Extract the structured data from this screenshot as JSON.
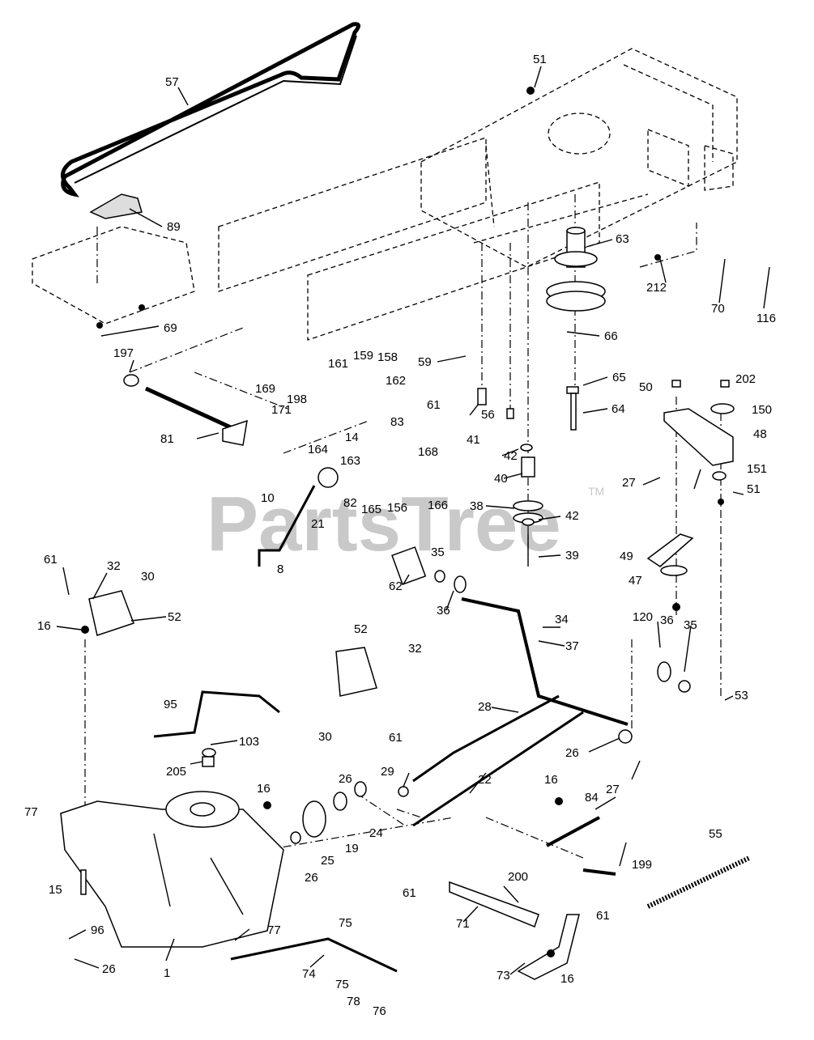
{
  "watermark": {
    "text": "PartsTree",
    "trademark": "TM"
  },
  "callouts": [
    {
      "id": "57",
      "label": "57"
    },
    {
      "id": "89",
      "label": "89"
    },
    {
      "id": "51a",
      "label": "51"
    },
    {
      "id": "63",
      "label": "63"
    },
    {
      "id": "212",
      "label": "212"
    },
    {
      "id": "70",
      "label": "70"
    },
    {
      "id": "116",
      "label": "116"
    },
    {
      "id": "69",
      "label": "69"
    },
    {
      "id": "66",
      "label": "66"
    },
    {
      "id": "197",
      "label": "197"
    },
    {
      "id": "161",
      "label": "161"
    },
    {
      "id": "159",
      "label": "159"
    },
    {
      "id": "158",
      "label": "158"
    },
    {
      "id": "59",
      "label": "59"
    },
    {
      "id": "65",
      "label": "65"
    },
    {
      "id": "50",
      "label": "50"
    },
    {
      "id": "202",
      "label": "202"
    },
    {
      "id": "169",
      "label": "169"
    },
    {
      "id": "162",
      "label": "162"
    },
    {
      "id": "198",
      "label": "198"
    },
    {
      "id": "61a",
      "label": "61"
    },
    {
      "id": "150",
      "label": "150"
    },
    {
      "id": "64",
      "label": "64"
    },
    {
      "id": "171",
      "label": "171"
    },
    {
      "id": "56",
      "label": "56"
    },
    {
      "id": "83",
      "label": "83"
    },
    {
      "id": "81",
      "label": "81"
    },
    {
      "id": "164",
      "label": "164"
    },
    {
      "id": "14",
      "label": "14"
    },
    {
      "id": "48",
      "label": "48"
    },
    {
      "id": "41",
      "label": "41"
    },
    {
      "id": "42a",
      "label": "42"
    },
    {
      "id": "168",
      "label": "168"
    },
    {
      "id": "163",
      "label": "163"
    },
    {
      "id": "40",
      "label": "40"
    },
    {
      "id": "151",
      "label": "151"
    },
    {
      "id": "27a",
      "label": "27"
    },
    {
      "id": "51b",
      "label": "51"
    },
    {
      "id": "10",
      "label": "10"
    },
    {
      "id": "82",
      "label": "82"
    },
    {
      "id": "166",
      "label": "166"
    },
    {
      "id": "38",
      "label": "38"
    },
    {
      "id": "165",
      "label": "165"
    },
    {
      "id": "156",
      "label": "156"
    },
    {
      "id": "21",
      "label": "21"
    },
    {
      "id": "42b",
      "label": "42"
    },
    {
      "id": "8",
      "label": "8"
    },
    {
      "id": "49",
      "label": "49"
    },
    {
      "id": "39",
      "label": "39"
    },
    {
      "id": "61b",
      "label": "61"
    },
    {
      "id": "32a",
      "label": "32"
    },
    {
      "id": "35a",
      "label": "35"
    },
    {
      "id": "30a",
      "label": "30"
    },
    {
      "id": "47",
      "label": "47"
    },
    {
      "id": "62",
      "label": "62"
    },
    {
      "id": "16a",
      "label": "16"
    },
    {
      "id": "52a",
      "label": "52"
    },
    {
      "id": "36a",
      "label": "36"
    },
    {
      "id": "120",
      "label": "120"
    },
    {
      "id": "34",
      "label": "34"
    },
    {
      "id": "37",
      "label": "37"
    },
    {
      "id": "52b",
      "label": "52"
    },
    {
      "id": "32b",
      "label": "32"
    },
    {
      "id": "36b",
      "label": "36"
    },
    {
      "id": "35b",
      "label": "35"
    },
    {
      "id": "53",
      "label": "53"
    },
    {
      "id": "95",
      "label": "95"
    },
    {
      "id": "30b",
      "label": "30"
    },
    {
      "id": "61c",
      "label": "61"
    },
    {
      "id": "28",
      "label": "28"
    },
    {
      "id": "103",
      "label": "103"
    },
    {
      "id": "26a",
      "label": "26"
    },
    {
      "id": "205",
      "label": "205"
    },
    {
      "id": "29",
      "label": "29"
    },
    {
      "id": "22",
      "label": "22"
    },
    {
      "id": "27b",
      "label": "27"
    },
    {
      "id": "26b",
      "label": "26"
    },
    {
      "id": "16b",
      "label": "16"
    },
    {
      "id": "84",
      "label": "84"
    },
    {
      "id": "16c",
      "label": "16"
    },
    {
      "id": "77a",
      "label": "77"
    },
    {
      "id": "24",
      "label": "24"
    },
    {
      "id": "55",
      "label": "55"
    },
    {
      "id": "25",
      "label": "25"
    },
    {
      "id": "19",
      "label": "19"
    },
    {
      "id": "199",
      "label": "199"
    },
    {
      "id": "26c",
      "label": "26"
    },
    {
      "id": "15",
      "label": "15"
    },
    {
      "id": "200",
      "label": "200"
    },
    {
      "id": "61d",
      "label": "61"
    },
    {
      "id": "71",
      "label": "71"
    },
    {
      "id": "61e",
      "label": "61"
    },
    {
      "id": "96",
      "label": "96"
    },
    {
      "id": "77b",
      "label": "77"
    },
    {
      "id": "75a",
      "label": "75"
    },
    {
      "id": "26d",
      "label": "26"
    },
    {
      "id": "1",
      "label": "1"
    },
    {
      "id": "74",
      "label": "74"
    },
    {
      "id": "73",
      "label": "73"
    },
    {
      "id": "16d",
      "label": "16"
    },
    {
      "id": "75b",
      "label": "75"
    },
    {
      "id": "78",
      "label": "78"
    },
    {
      "id": "76",
      "label": "76"
    }
  ]
}
